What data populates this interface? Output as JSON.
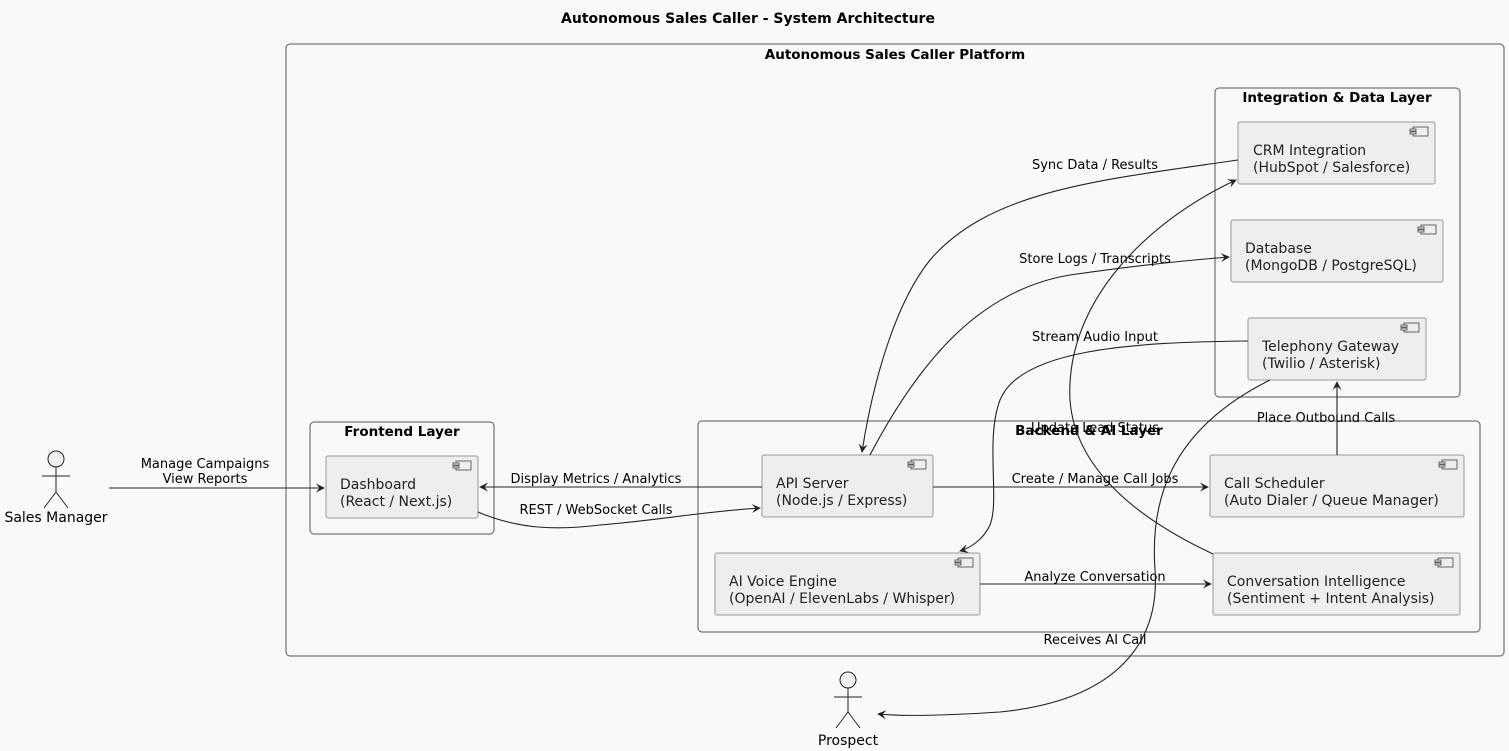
{
  "title": "Autonomous Sales Caller - System Architecture",
  "packages": {
    "platform": "Autonomous Sales Caller Platform",
    "integration": "Integration & Data Layer",
    "frontend": "Frontend Layer",
    "backend": "Backend & AI Layer"
  },
  "components": {
    "crm": [
      "CRM Integration",
      "(HubSpot / Salesforce)"
    ],
    "database": [
      "Database",
      "(MongoDB / PostgreSQL)"
    ],
    "telephony": [
      "Telephony Gateway",
      "(Twilio / Asterisk)"
    ],
    "dashboard": [
      "Dashboard",
      "(React / Next.js)"
    ],
    "api": [
      "API Server",
      "(Node.js / Express)"
    ],
    "scheduler": [
      "Call Scheduler",
      "(Auto Dialer / Queue Manager)"
    ],
    "voice": [
      "AI Voice Engine",
      "(OpenAI / ElevenLabs / Whisper)"
    ],
    "conversation": [
      "Conversation Intelligence",
      "(Sentiment + Intent Analysis)"
    ]
  },
  "actors": {
    "sales_manager": "Sales Manager",
    "prospect": "Prospect"
  },
  "edges": {
    "manage_campaigns": [
      "Manage Campaigns",
      "View Reports"
    ],
    "display_metrics": "Display Metrics / Analytics",
    "rest_ws": "REST / WebSocket Calls",
    "sync_data": "Sync Data / Results",
    "store_logs": "Store Logs / Transcripts",
    "stream_audio": "Stream Audio Input",
    "update_lead": "Update Lead Status",
    "place_outbound": "Place Outbound Calls",
    "create_jobs": "Create / Manage Call Jobs",
    "analyze": "Analyze Conversation",
    "receives_call": "Receives AI Call"
  },
  "colors": {
    "background": "#f8f9fb",
    "component_fill": "#eceef0",
    "component_border": "#999999",
    "line": "#222222"
  }
}
